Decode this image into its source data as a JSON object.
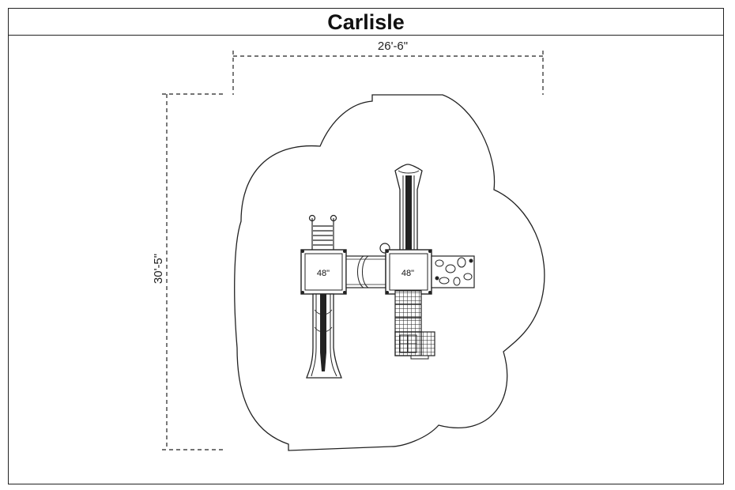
{
  "title": "Carlisle",
  "dimensions": {
    "width": "26'-6\"",
    "depth": "30'-5\""
  },
  "decks": [
    {
      "label": "48\""
    },
    {
      "label": "48\""
    }
  ]
}
